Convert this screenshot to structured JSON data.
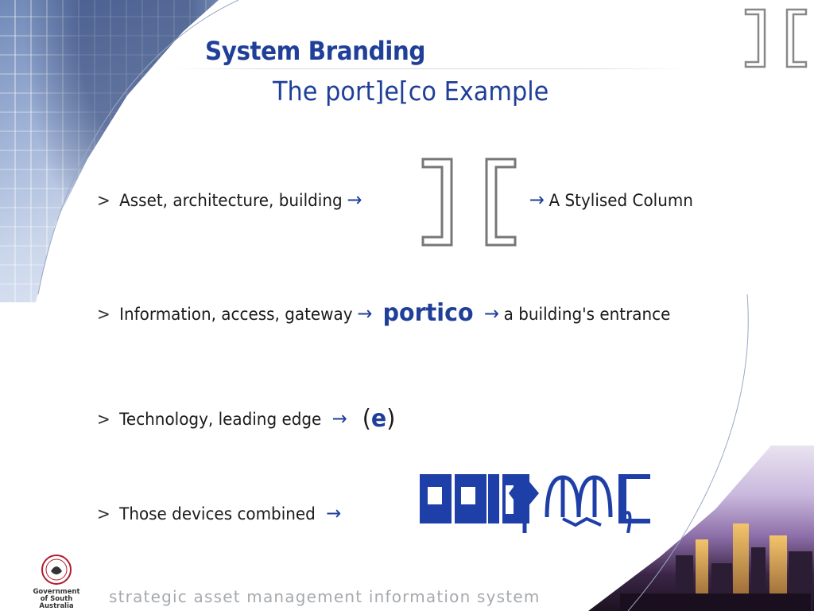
{
  "slide": {
    "title": "System Branding",
    "subtitle": "The port]e[co Example",
    "accent_color": "#1f3f99"
  },
  "bullets": [
    {
      "marker": ">",
      "text": "Asset, architecture, building",
      "arrow": "→",
      "result_icon": "stylised-column-logo",
      "result_arrow": "→",
      "result": "A Stylised Column"
    },
    {
      "marker": ">",
      "text": "Information, access, gateway",
      "arrow": "→",
      "highlight": "portico",
      "result_arrow": "→",
      "result": "a building's entrance"
    },
    {
      "marker": ">",
      "text": "Technology, leading edge",
      "arrow": "→",
      "mark_open": "(",
      "mark_letter": "e",
      "mark_close": ")"
    },
    {
      "marker": ">",
      "text": "Those devices combined",
      "arrow": "→",
      "result_icon": "portico-wordmark-glyphs"
    }
  ],
  "footer": {
    "logo_caption": "Government\nof South Australia",
    "logo_icon": "south-australia-crest-icon",
    "tagline": "strategic asset management information system"
  }
}
